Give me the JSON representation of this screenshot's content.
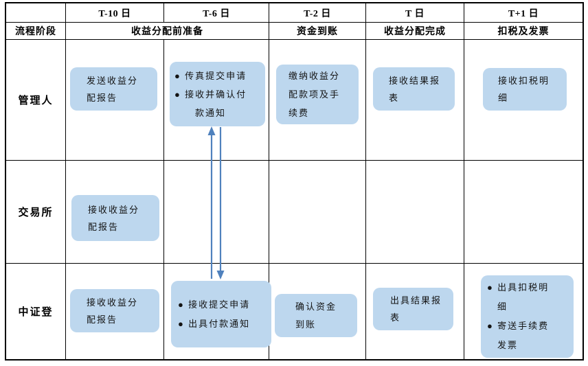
{
  "colors": {
    "box_fill": "#BDD7EE",
    "arrow": "#4F81BD",
    "grid_border": "#000000"
  },
  "header": {
    "corner": "",
    "dates": [
      "T-10 日",
      "T-6 日",
      "T-2 日",
      "T 日",
      "T+1 日"
    ],
    "stage_label": "流程阶段",
    "phases": [
      "收益分配前准备",
      "资金到账",
      "收益分配完成",
      "扣税及发票"
    ]
  },
  "rows": [
    {
      "label": "管理人",
      "boxes": {
        "t10": {
          "lines": [
            "发送收益分",
            "配报告"
          ]
        },
        "t6": {
          "lines": [
            "● 传真提交申请",
            "● 接收并确认付",
            "　　款通知"
          ]
        },
        "t2": {
          "lines": [
            "缴纳收益分",
            "配款项及手",
            "续费"
          ]
        },
        "t": {
          "lines": [
            "接收结果报",
            "表"
          ]
        },
        "t1": {
          "lines": [
            "接收扣税明",
            "细"
          ]
        }
      }
    },
    {
      "label": "交易所",
      "boxes": {
        "t10": {
          "lines": [
            "接收收益分",
            "配报告"
          ]
        }
      }
    },
    {
      "label": "中证登",
      "boxes": {
        "t10": {
          "lines": [
            "接收收益分",
            "配报告"
          ]
        },
        "t6": {
          "lines": [
            "● 接收提交申请",
            "● 出具付款通知"
          ]
        },
        "t2": {
          "lines": [
            "确认资金",
            "到账"
          ]
        },
        "t": {
          "lines": [
            "出具结果报",
            "表"
          ]
        },
        "t1": {
          "lines": [
            "● 出具扣税明",
            "　细",
            "● 寄送手续费",
            "　发票"
          ]
        }
      }
    }
  ],
  "arrows": {
    "up_icon": "arrow-up-icon",
    "down_icon": "arrow-down-icon"
  }
}
